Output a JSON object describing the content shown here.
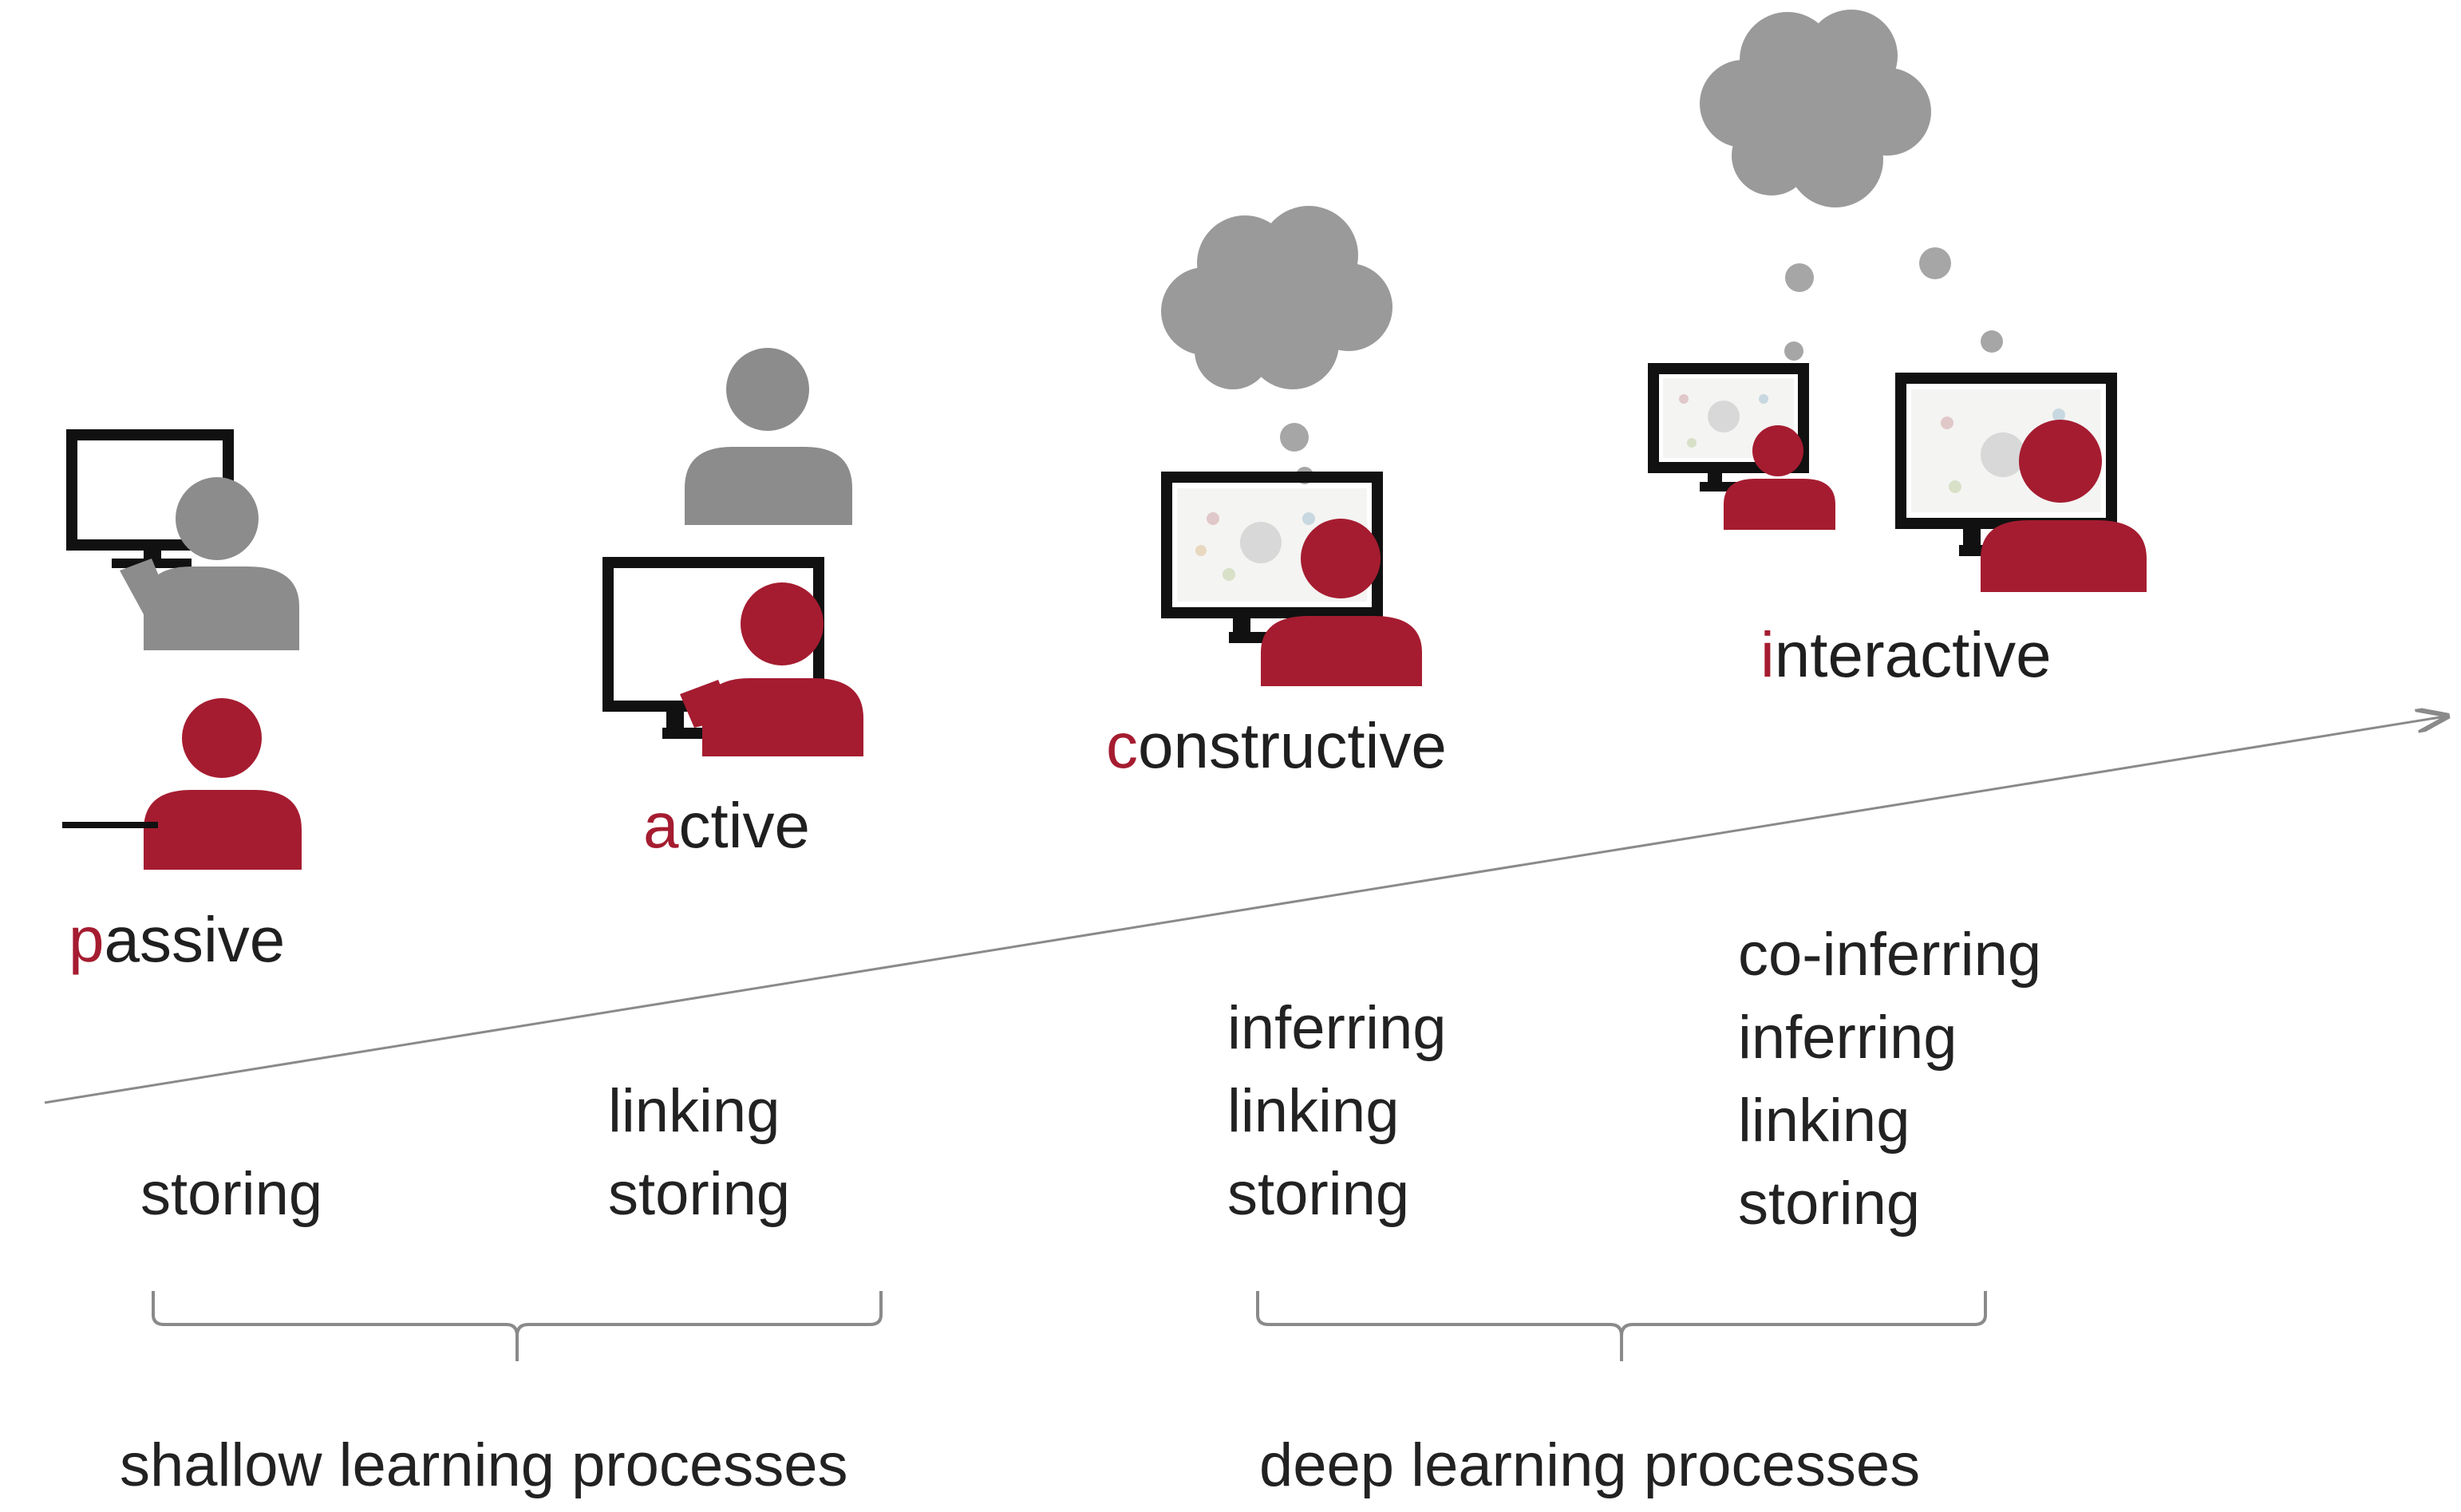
{
  "colors": {
    "accent": "#a51c30",
    "gray": "#8c8c8c",
    "cloud": "#9a9a9a",
    "text": "#1f1f1f"
  },
  "modes": [
    {
      "initial": "p",
      "rest": "assive"
    },
    {
      "initial": "a",
      "rest": "ctive"
    },
    {
      "initial": "c",
      "rest": "onstructive"
    },
    {
      "initial": "i",
      "rest": "nteractive"
    }
  ],
  "processes": {
    "passive": [
      "storing"
    ],
    "active": [
      "linking",
      "storing"
    ],
    "constructive": [
      "inferring",
      "linking",
      "storing"
    ],
    "interactive": [
      "co-inferring",
      "inferring",
      "linking",
      "storing"
    ]
  },
  "groups": {
    "shallow": "shallow learning processes",
    "deep": "deep learning processes"
  },
  "icons": {
    "passive": [
      "person-at-computer-icon",
      "person-icon"
    ],
    "active": [
      "person-icon",
      "person-at-computer-icon"
    ],
    "constructive": [
      "thought-cloud-icon",
      "person-at-computer-icon"
    ],
    "interactive": [
      "thought-cloud-icon",
      "person-at-computer-icon",
      "person-at-computer-icon"
    ]
  }
}
